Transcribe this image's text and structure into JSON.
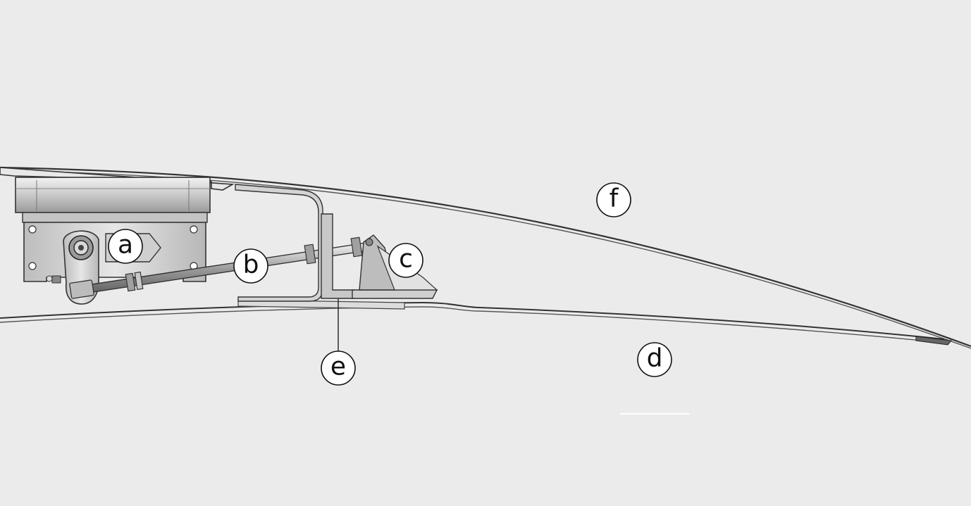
{
  "labels": {
    "a": "a",
    "b": "b",
    "c": "c",
    "d": "d",
    "e": "e",
    "f": "f"
  },
  "colors": {
    "background": "#ebebeb",
    "outline": "#3a3a3a",
    "part_fill_light": "#d6d6d6",
    "part_fill_dark": "#a9a9a9"
  }
}
